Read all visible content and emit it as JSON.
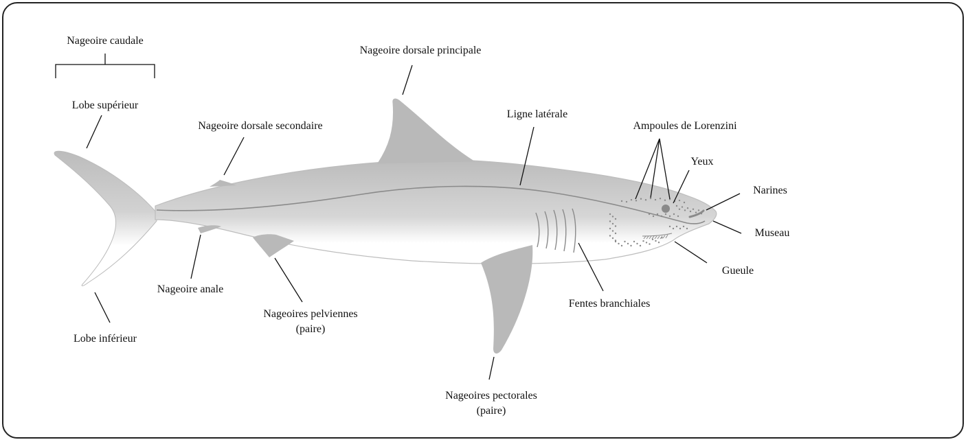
{
  "labels": {
    "caudal_fin": "Nageoire caudale",
    "upper_lobe": "Lobe supérieur",
    "lower_lobe": "Lobe inférieur",
    "first_dorsal": "Nageoire dorsale principale",
    "second_dorsal": "Nageoire dorsale secondaire",
    "lateral_line": "Ligne latérale",
    "ampullae": "Ampoules de Lorenzini",
    "eyes": "Yeux",
    "nostrils": "Narines",
    "snout": "Museau",
    "mouth": "Gueule",
    "gill_slits": "Fentes branchiales",
    "anal_fin": "Nageoire anale",
    "pelvic_fins": "Nageoires pelviennes",
    "pelvic_fins_pair": "(paire)",
    "pectoral_fins": "Nageoires pectorales",
    "pectoral_fins_pair": "(paire)"
  },
  "colors": {
    "fin": "#b9b9b9",
    "body_top": "#bdbdbd",
    "body_bottom": "#ffffff",
    "outline": "#9a9a9a",
    "line": "#111111"
  }
}
